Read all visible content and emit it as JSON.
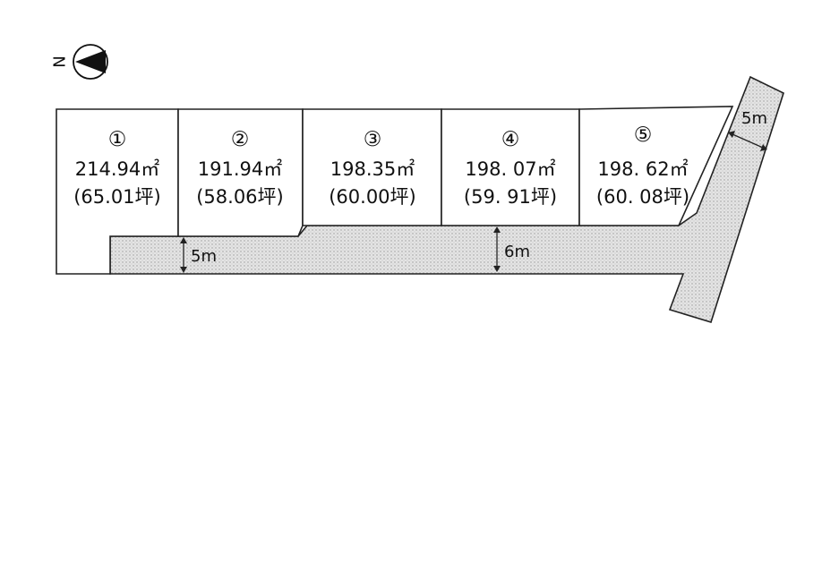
{
  "compass": {
    "north_label": "N",
    "icon": "north-arrow-icon"
  },
  "lots": [
    {
      "number": "①",
      "area_sqm": "214.94㎡",
      "area_tsubo": "(65.01坪)"
    },
    {
      "number": "②",
      "area_sqm": "191.94㎡",
      "area_tsubo": "(58.06坪)"
    },
    {
      "number": "③",
      "area_sqm": "198.35㎡",
      "area_tsubo": "(60.00坪)"
    },
    {
      "number": "④",
      "area_sqm": "198. 07㎡",
      "area_tsubo": "(59. 91坪)"
    },
    {
      "number": "⑤",
      "area_sqm": "198. 62㎡",
      "area_tsubo": "(60. 08坪)"
    }
  ],
  "road_widths": {
    "access_road": "5m",
    "main_road": "6m",
    "side_road": "5m"
  },
  "colors": {
    "line": "#222222",
    "road_fill": "#d9d9d9"
  }
}
